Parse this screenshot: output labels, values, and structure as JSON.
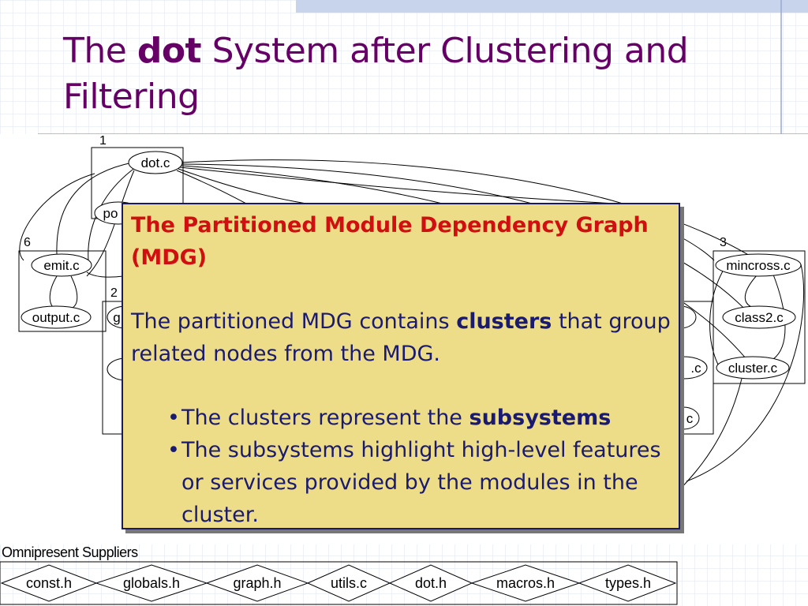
{
  "title": {
    "prefix": "The ",
    "bold": "dot",
    "suffix": " System after Clustering and Filtering"
  },
  "diagram": {
    "clusters": [
      {
        "label": "1",
        "nodes": [
          "dot.c",
          "po"
        ]
      },
      {
        "label": "6",
        "nodes": [
          "emit.c",
          "output.c"
        ]
      },
      {
        "label": "2",
        "nodes": [
          "g"
        ]
      },
      {
        "label": "3",
        "nodes": [
          "mincross.c",
          "class2.c",
          "cluster.c"
        ]
      }
    ],
    "partial_nodes": [
      ".c",
      "c"
    ],
    "suppliers": {
      "title": "Omnipresent Suppliers",
      "nodes": [
        "const.h",
        "globals.h",
        "graph.h",
        "utils.c",
        "dot.h",
        "macros.h",
        "types.h"
      ]
    }
  },
  "callout": {
    "heading": "The Partitioned Module Dependency Graph (MDG)",
    "intro_before": "The partitioned MDG contains ",
    "intro_bold": "clusters",
    "intro_after": " that group related nodes from the MDG.",
    "bullets": [
      {
        "text": "The clusters represent the ",
        "bold": "subsystems"
      },
      {
        "text": "The subsystems highlight high-level features or services provided by the modules in the cluster.",
        "bold": ""
      }
    ],
    "bullet_symbol": "•"
  },
  "colors": {
    "title": "#660066",
    "callout_bg": "#eedd88",
    "callout_border": "#1a1a60",
    "heading": "#d01010",
    "body_text": "#1a1a70"
  }
}
